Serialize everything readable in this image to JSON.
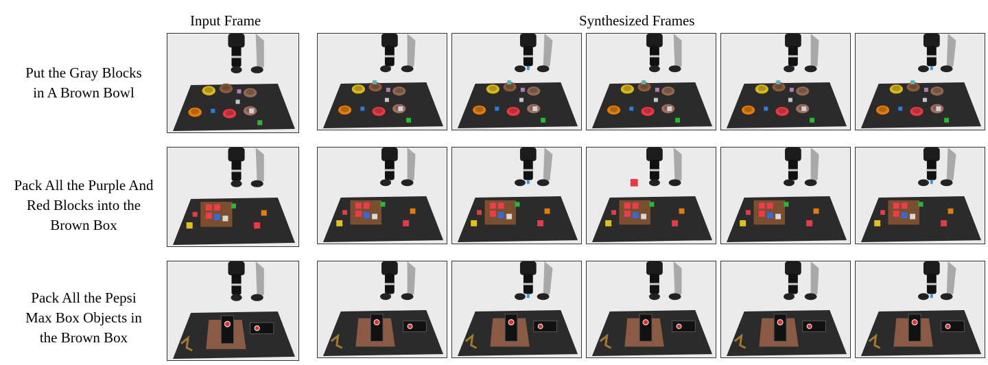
{
  "headers": {
    "input": "Input Frame",
    "synth": "Synthesized Frames"
  },
  "rows": [
    {
      "caption_lines": [
        "Put the Gray Blocks",
        "in A Brown Bowl"
      ],
      "scene": "bowls"
    },
    {
      "caption_lines": [
        "Pack All the Purple And",
        "Red Blocks into the",
        "Brown Box"
      ],
      "scene": "blocks"
    },
    {
      "caption_lines": [
        "Pack All the Pepsi",
        "Max Box Objects in",
        "the Brown Box"
      ],
      "scene": "pepsi"
    }
  ]
}
